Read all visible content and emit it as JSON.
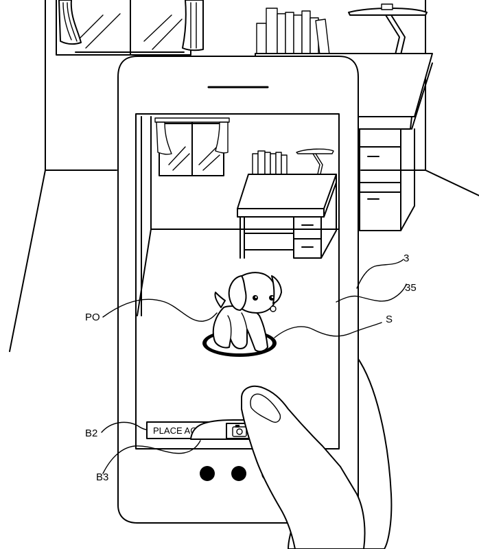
{
  "buttons": {
    "place_again_label": "PLACE AGAIN",
    "camera_icon": "camera-icon"
  },
  "reference_labels": {
    "po": "PO",
    "three": "3",
    "thirty_five": "35",
    "s": "S",
    "b2": "B2",
    "b3": "B3"
  },
  "icons": [
    "camera-icon",
    "dog-icon",
    "hand-icon",
    "phone-icon"
  ],
  "colors": {
    "line": "#000000",
    "background": "#ffffff"
  }
}
